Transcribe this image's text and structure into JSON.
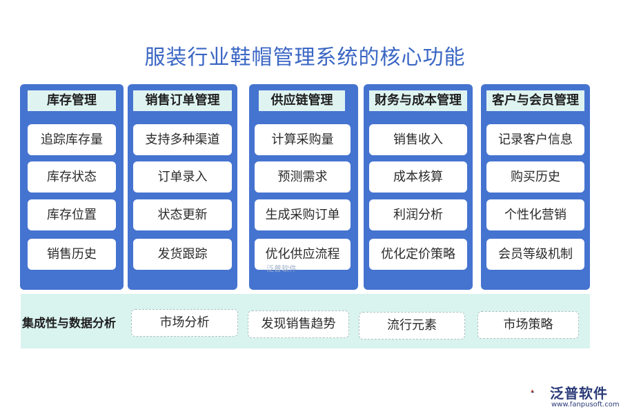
{
  "title": "服装行业鞋帽管理系统的核心功能",
  "columns": [
    {
      "header": "库存管理",
      "items": [
        "追踪库存量",
        "库存状态",
        "库存位置",
        "销售历史"
      ]
    },
    {
      "header": "销售订单管理",
      "items": [
        "支持多种渠道",
        "订单录入",
        "状态更新",
        "发货跟踪"
      ]
    },
    {
      "header": "供应链管理",
      "items": [
        "计算采购量",
        "预测需求",
        "生成采购订单",
        "优化供应流程"
      ]
    },
    {
      "header": "财务与成本管理",
      "items": [
        "销售收入",
        "成本核算",
        "利润分析",
        "优化定价策略"
      ]
    },
    {
      "header": "客户与会员管理",
      "items": [
        "记录客户信息",
        "购买历史",
        "个性化营销",
        "会员等级机制"
      ]
    }
  ],
  "integration": {
    "label": "集成性与数据分析",
    "items": [
      "市场分析",
      "发现销售趋势",
      "流行元素",
      "市场策略"
    ]
  },
  "watermark": "泛普软件",
  "logo": {
    "name": "泛普软件",
    "url": "www.fanpusoft.com"
  },
  "colors": {
    "title": "#3a66c4",
    "column_bg": "#4573d0",
    "header_bg": "#dff4f1",
    "band_bg": "#d9f3ef"
  }
}
